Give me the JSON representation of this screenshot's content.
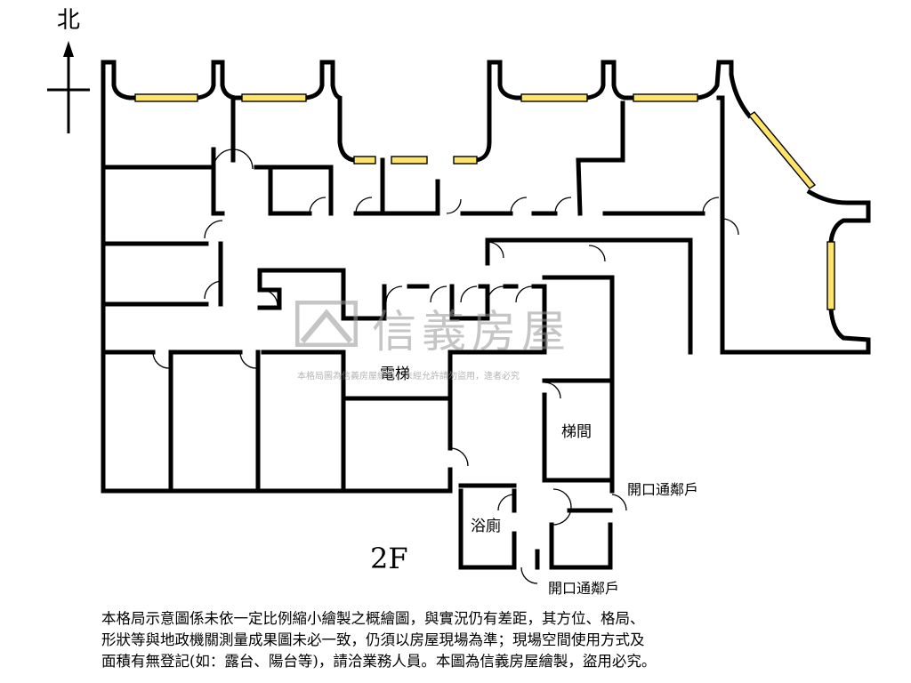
{
  "compass": {
    "north_label": "北",
    "icon": "north-arrow-icon"
  },
  "floor": {
    "label": "2F"
  },
  "rooms": {
    "elevator": "電梯",
    "stairs": "梯間",
    "bathroom": "浴廁",
    "opening_1": "開口通鄰戶",
    "opening_2": "開口通鄰戶"
  },
  "watermark": {
    "brand": "信義房屋",
    "note": "本格局圖為信義房屋繪製，未經允許請勿盜用，違者必究"
  },
  "disclaimer": {
    "line1": "本格局示意圖係未依一定比例縮小繪製之概繪圖，與實況仍有差距，其方位、格局、",
    "line2": "形狀等與地政機關測量成果圖未必一致，仍須以房屋現場為準；現場空間使用方式及",
    "line3": "面積有無登記(如：露台、陽台等)，請洽業務人員。本圖為信義房屋繪製，盜用必究。"
  },
  "colors": {
    "window_fill": "#ffe46a",
    "wall": "#000000",
    "watermark": "#969696"
  }
}
